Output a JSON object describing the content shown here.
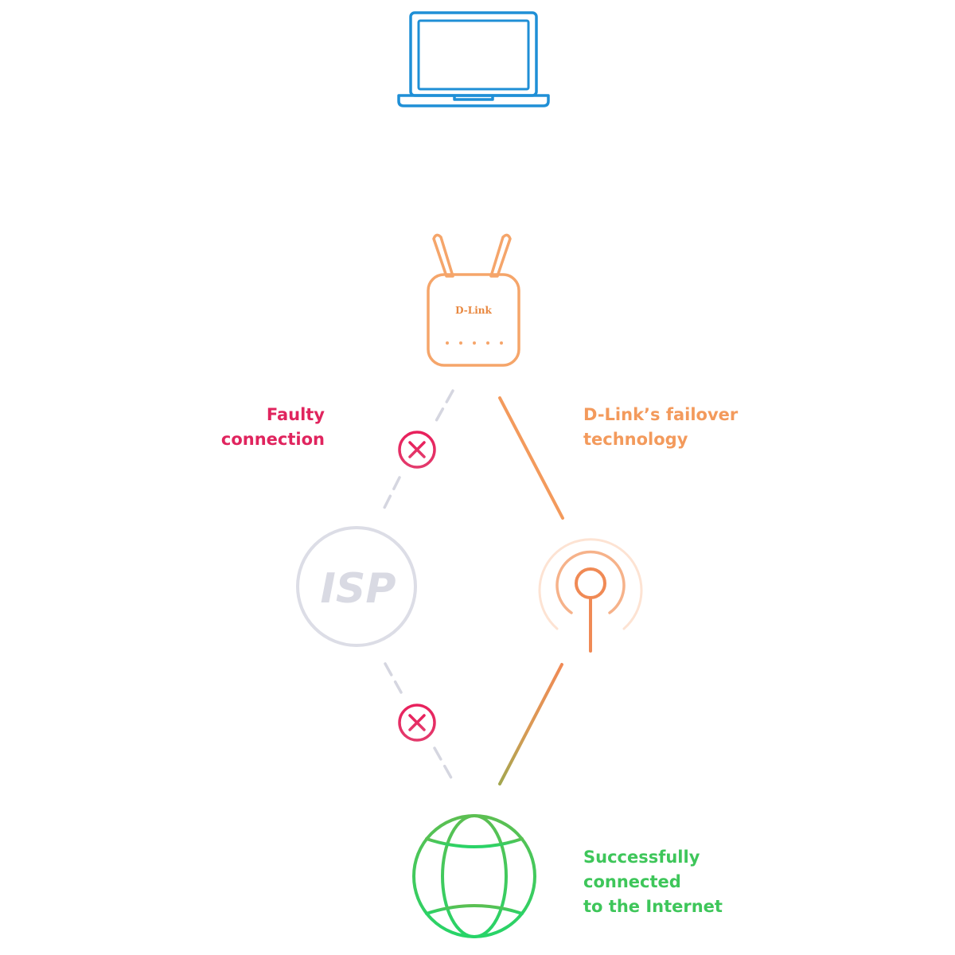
{
  "router": {
    "brand": "D-Link"
  },
  "isp": {
    "label": "ISP"
  },
  "labels": {
    "faulty": [
      "Faulty",
      "connection"
    ],
    "failover": [
      "D-Link’s failover",
      "technology"
    ],
    "success": [
      "Successfully",
      "connected",
      "to the Internet"
    ]
  },
  "colors": {
    "laptop": "#1f8fd6",
    "laptop_line": "#1e5bb8",
    "router": "#f5a56a",
    "faulty": "#e0245e",
    "failover": "#f39a5c",
    "isp": "#dcdde6",
    "dashed": "#d5d6e0",
    "success": "#3ec65a"
  },
  "icons": [
    "laptop-icon",
    "router-icon",
    "error-icon",
    "isp-icon",
    "cell-tower-icon",
    "globe-icon"
  ]
}
